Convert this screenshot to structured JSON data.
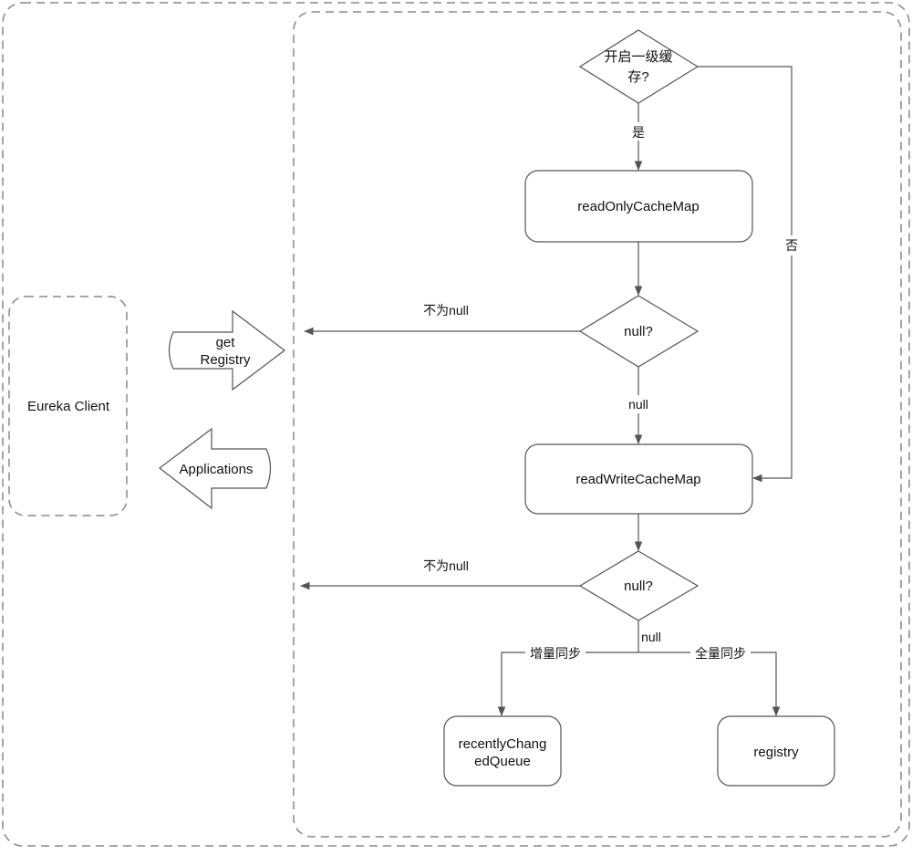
{
  "diagram": {
    "nodes": {
      "client": "Eureka Client",
      "get_registry_line1": "get",
      "get_registry_line2": "Registry",
      "applications": "Applications",
      "decision_cache_line1": "开启一级缓",
      "decision_cache_line2": "存?",
      "read_only_cache": "readOnlyCacheMap",
      "decision_null_1": "null?",
      "read_write_cache": "readWriteCacheMap",
      "decision_null_2": "null?",
      "recently_changed_line1": "recentlyChang",
      "recently_changed_line2": "edQueue",
      "registry": "registry"
    },
    "edges": {
      "yes": "是",
      "no": "否",
      "not_null_1": "不为null",
      "null_1": "null",
      "not_null_2": "不为null",
      "null_2": "null",
      "incremental_sync": "增量同步",
      "full_sync": "全量同步"
    },
    "colors": {
      "stroke": "#555555",
      "border_dash": "#888888",
      "fill": "#ffffff",
      "text": "#111111"
    }
  }
}
